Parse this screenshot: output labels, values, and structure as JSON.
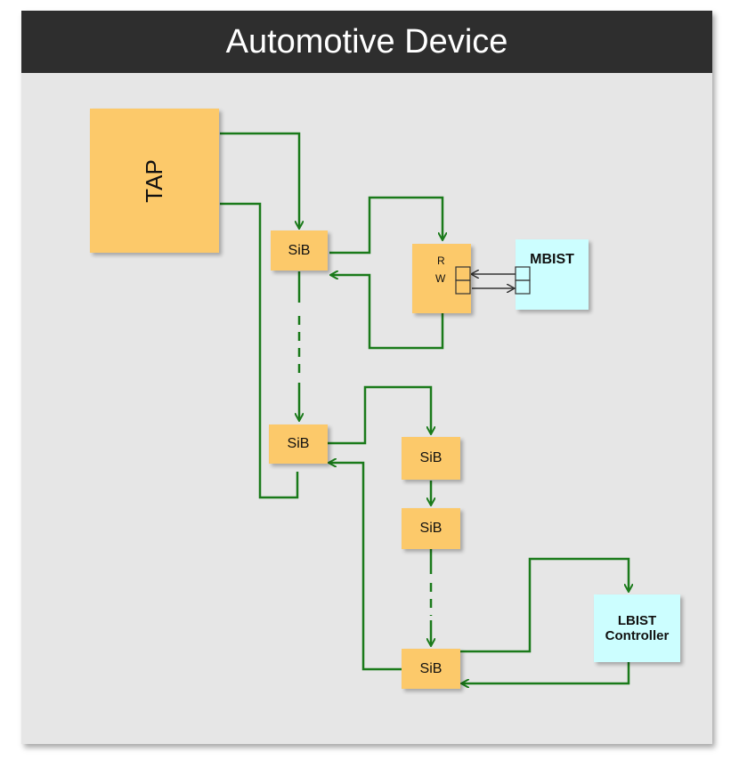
{
  "title": "Automotive Device",
  "blocks": {
    "tap": "TAP",
    "sib": "SiB",
    "mbist": "MBIST",
    "lbist_line1": "LBIST",
    "lbist_line2": "Controller",
    "r_label": "R",
    "w_label": "W"
  },
  "colors": {
    "header": "#2e2e2e",
    "background": "#e6e6e6",
    "block": "#fcc96a",
    "controller": "#ccfeff",
    "wire": "#1a7a1a",
    "mbist_link": "#333333"
  }
}
